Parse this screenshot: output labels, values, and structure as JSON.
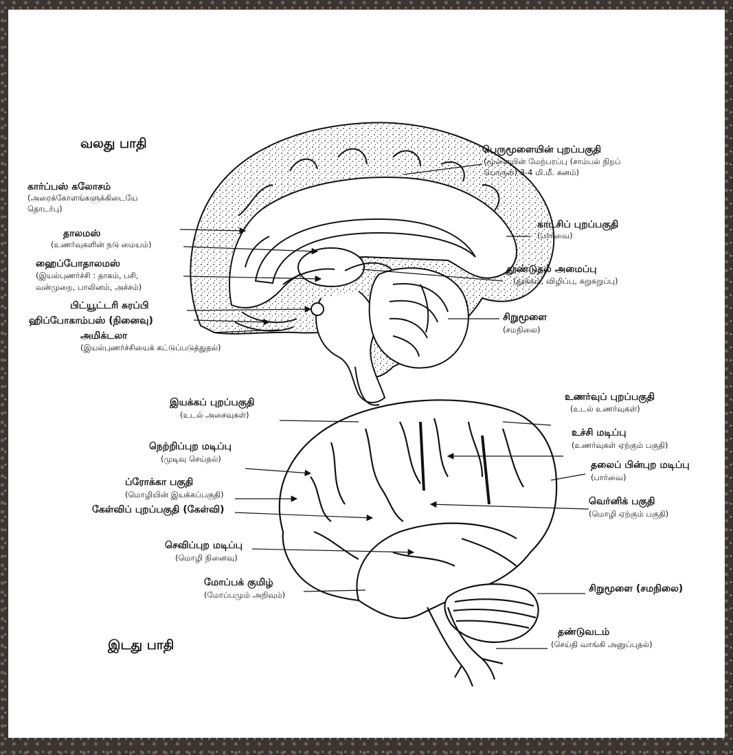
{
  "sections": {
    "top_title": "வலது பாதி",
    "bottom_title": "இடது பாதி"
  },
  "top_labels": {
    "cortex": {
      "title": "பெருமூளையின் புறப்பகுதி",
      "sub1": "(மூளையின் மேற்பரப்பு (சாம்பல் நிறப்",
      "sub2": "பொருள்) 3-4 மி.மீ. கனம்)"
    },
    "corpus_callosum": {
      "title": "கார்ப்பஸ் கலோசம்",
      "sub1": "(அரைக்கோளங்களுக்கிடையே",
      "sub2": "தொடர்பு)"
    },
    "thalamus": {
      "title": "தாலமஸ்",
      "sub": "(உணர்வுகளின் நடு மையம்)"
    },
    "visual_cortex": {
      "title": "காட்சிப் புறப்பகுதி",
      "sub": "(பார்வை)"
    },
    "hypothalamus": {
      "title": "ஹைப்போதாலமஸ்",
      "sub1": "(இயல்புணர்ச்சி : தாகம், பசி,",
      "sub2": "வன்முறை, பாலினம், அச்சம்)"
    },
    "reticular": {
      "title": "தூண்டுதல் அமைப்பு",
      "sub": "(தூக்கம், விழிப்பு, சுறுசுறுப்பு)"
    },
    "pituitary": {
      "title": "பிட்யூட்டரி சுரப்பி"
    },
    "hippocampus": {
      "title": "ஹிப்போகாம்பஸ் (நினைவு)"
    },
    "cerebellum": {
      "title": "சிறுமூளை",
      "sub": "(சமநிலை)"
    },
    "amygdala": {
      "title": "அமிக்டலா",
      "sub": "(இயல்புணர்ச்சியைக் கட்டுப்படுத்துதல்)"
    }
  },
  "bottom_labels": {
    "motor_cortex": {
      "title": "இயக்கப் புறப்பகுதி",
      "sub": "(உடல் அசைவுகள்)"
    },
    "sensory_cortex": {
      "title": "உணர்வுப் புறப்பகுதி",
      "sub": "(உடல் உணர்வுகள்)"
    },
    "frontal_lobe": {
      "title": "நெற்றிப்புற மடிப்பு",
      "sub": "(முடிவு செய்தல்)"
    },
    "parietal_lobe": {
      "title": "உச்சி மடிப்பு",
      "sub": "(உணர்வுகள் ஏற்கும் பகுதி)"
    },
    "occipital_lobe": {
      "title": "தலைப் பின்புற மடிப்பு",
      "sub": "(பார்வை)"
    },
    "broca": {
      "title": "ப்ரோக்கா பகுதி",
      "sub": "(மொழியின் இயக்கப்பகுதி)"
    },
    "auditory": {
      "title": "கேள்விப் புறப்பகுதி (கேள்வி)"
    },
    "wernicke": {
      "title": "வெர்னிக் பகுதி",
      "sub": "(மொழி ஏற்கும் பகுதி)"
    },
    "temporal_lobe": {
      "title": "செவிப்புற மடிப்பு",
      "sub": "(மொழி நினைவு)"
    },
    "olfactory": {
      "title": "மோப்பக் குமிழ்",
      "sub": "(மோப்பமும் அறிவும்)"
    },
    "cerebellum": {
      "title": "சிறுமூளை (சமநிலை)"
    },
    "spinal_cord": {
      "title": "தண்டுவடம்",
      "sub": "(செய்தி வாங்கி அனுப்புதல்)"
    }
  },
  "colors": {
    "ink": "#111111",
    "paper": "#ffffff",
    "border": "#3a3530"
  }
}
